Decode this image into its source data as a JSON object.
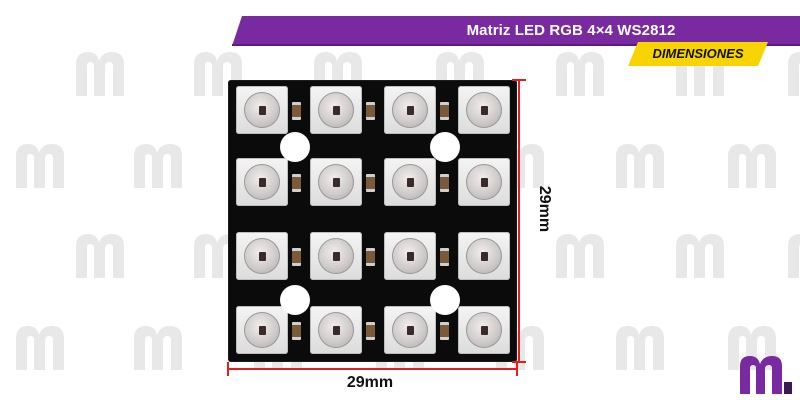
{
  "banner": {
    "title": "Matriz LED RGB 4×4 WS2812",
    "color": "#7a2aa0"
  },
  "tag": {
    "label": "DIMENSIONES",
    "color": "#f7d300"
  },
  "dimensions": {
    "height_label": "29mm",
    "width_label": "29mm",
    "line_color": "#e02020"
  },
  "product": {
    "grid_rows": 4,
    "grid_cols": 4
  },
  "icons": {
    "watermark": "m-logo-watermark-icon",
    "brand": "m-logo-brand-icon"
  }
}
